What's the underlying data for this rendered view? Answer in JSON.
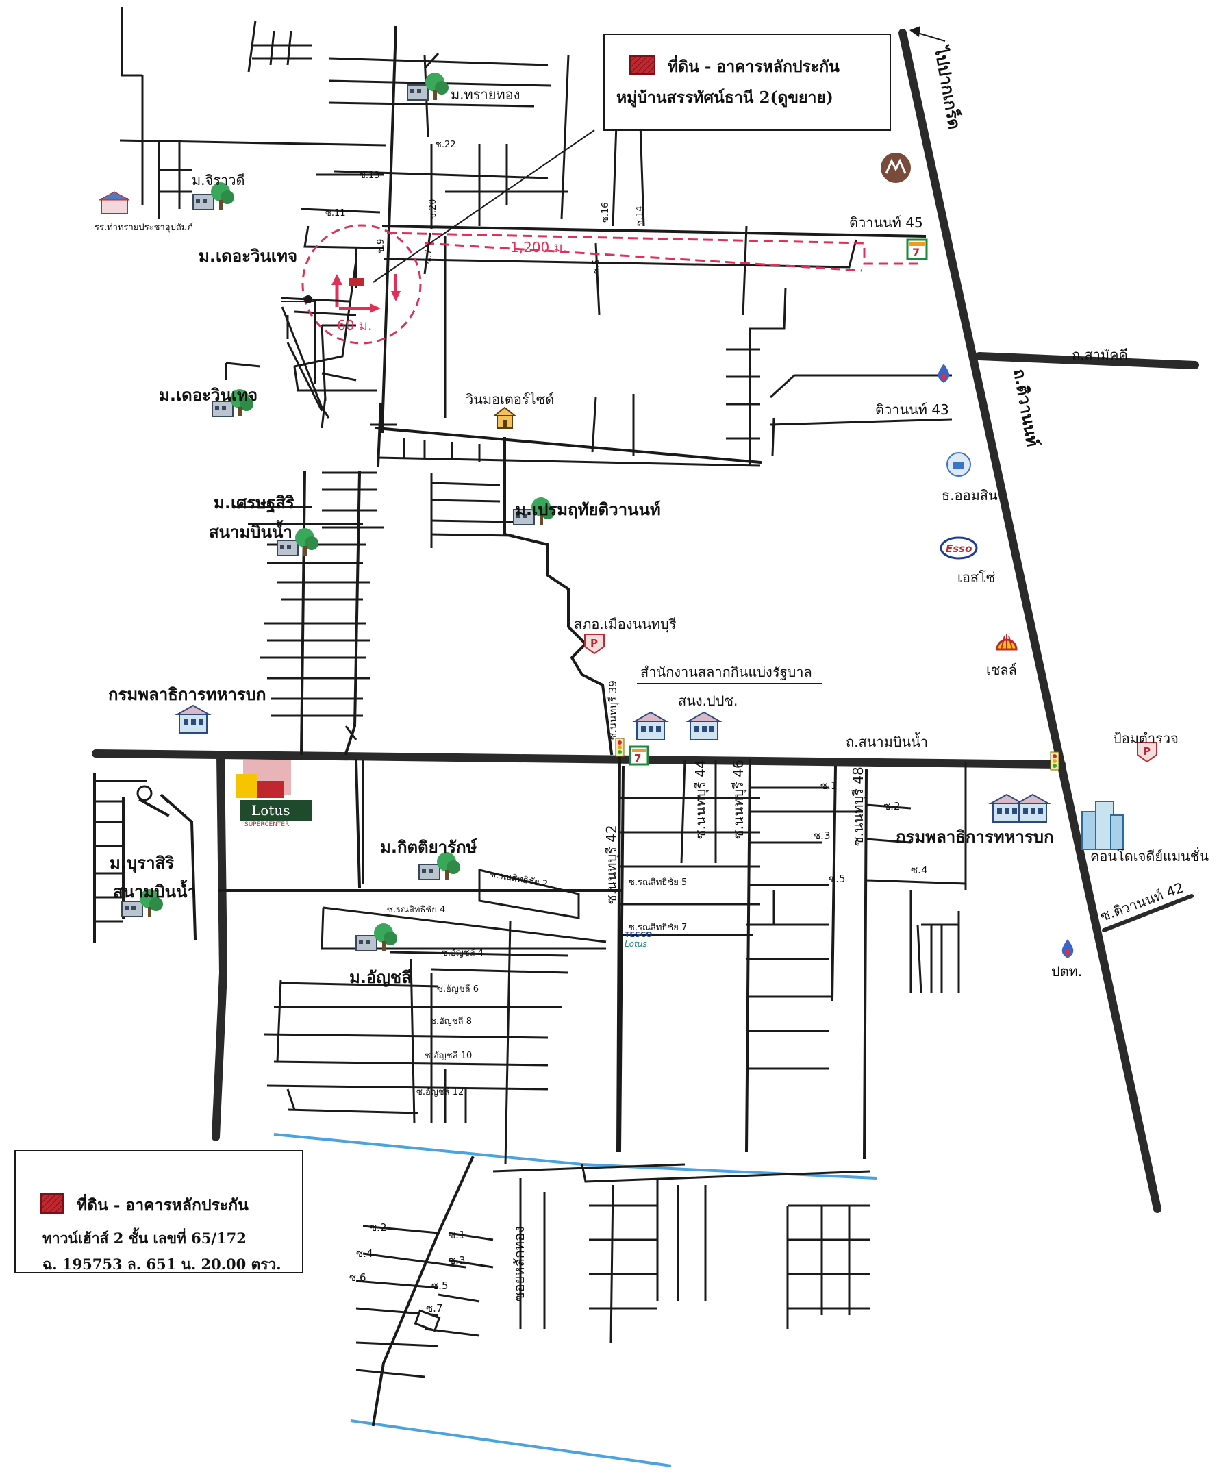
{
  "legend_top": {
    "line1": "ที่ดิน - อาคารหลักประกัน",
    "line2": "หมู่บ้านสรรทัศน์ธานี 2(ดูขยาย)"
  },
  "legend_bottom": {
    "line1": "ที่ดิน - อาคารหลักประกัน",
    "line2": "ทาวน์เฮ้าส์ 2 ชั้น  เลขที่ 65/172",
    "line3": "ฉ. 195753   ล. 651  น. 20.00 ตรว."
  },
  "roads": {
    "to_pakkret": "ไปปากเกร็ด",
    "tiwanon": "ถ.ติวานนท์",
    "samakkhi": "ถ.สามัคคี",
    "sanambinnam": "ถ.สนามบินน้ำ",
    "tiwanon45": "ติวานนท์ 45",
    "tiwanon43": "ติวานนท์ 43",
    "tiwanon42": "ซ.ติวานนท์ 42",
    "nonthaburi39": "ซ.นนทบุรี 39",
    "nonthaburi42": "ซ.นนทบุรี 42",
    "nonthaburi44": "ซ.นนทบุรี 44",
    "nonthaburi46": "ซ.นนทบุรี 46",
    "nonthaburi48": "ซ.นนทบุรี 48",
    "soi_lakthong": "ซอยหลักทอง"
  },
  "distances": {
    "d1200": "1,200 ม.",
    "d60": "60 ม."
  },
  "places": {
    "sai_thong": "ม.ทรายทอง",
    "jirawadee": "ม.จิราวดี",
    "school": "รร.ท่าทรายประชาอุปถัมภ์",
    "the_winter_1": "ม.เดอะวินเทจ",
    "the_winter_2": "ม.เดอะวินเทจ",
    "win_motor": "วินมอเตอร์ไซด์",
    "settasiri": "ม.เศรษฐสิริ",
    "settasiri2": "สนามบินน้ำ",
    "premruethai": "ม.เปรมฤทัยติวานนท์",
    "police_station": "สภอ.เมืองนนทบุรี",
    "lottery_office": "สำนักงานสลากกินแบ่งรัฐบาล",
    "snng": "สนง.ปปช.",
    "army_1": "กรมพลาธิการทหารบก",
    "army_2": "กรมพลาธิการทหารบก",
    "lotus": "Lotus",
    "lotus_sub": "SUPERCENTER",
    "kittiyarak": "ม.กิตติยารักษ์",
    "burasiri": "ม.บุราสิริ",
    "burasiri2": "สนามบินน้ำ",
    "anchalee": "ม.อัญชลี",
    "tesco": "TESCO",
    "tesco_sub": "Lotus",
    "gsb": "ธ.ออมสิน",
    "esso": "เอสโซ่",
    "esso_logo": "Esso",
    "shell": "เชลล์",
    "police_box": "ป้อมตำรวจ",
    "condo": "คอนโดเจดีย์แมนชั่น",
    "ptt": "ปตท."
  },
  "sois": {
    "s22": "ซ.22",
    "s13": "ซ.13",
    "s11": "ซ.11",
    "s9": "ซ.9",
    "s20": "ซ.20",
    "s7": "ซ.7",
    "s16": "ซ.16",
    "s14": "ซ.14",
    "s5": "ซ.5",
    "ron2": "ซ.รณสิทธิชัย 2",
    "ron4": "ซ.รณสิทธิชัย 4",
    "ron5": "ซ.รณสิทธิชัย 5",
    "ron7": "ซ.รณสิทธิชัย 7",
    "an4": "ซ.อัญชลี 4",
    "an6": "ซ.อัญชลี 6",
    "an8": "ซ.อัญชลี 8",
    "an10": "ซ.อัญชลี 10",
    "an12": "ซ.อัญชลี 12",
    "e1": "ซ.1",
    "e2": "ซ.2",
    "e3": "ซ.3",
    "e4": "ซ.4",
    "e5": "ซ.5",
    "b1": "ซ.1",
    "b2": "ซ.2",
    "b3": "ซ.3",
    "b4": "ซ.4",
    "b5": "ซ.5",
    "b6": "ซ.6",
    "b7": "ซ.7"
  },
  "colors": {
    "road": "#2a2a2a",
    "canal": "#4aa3df",
    "marker": "#c0282f",
    "dashed": "#e0305a",
    "tree": "#3aa85a"
  }
}
